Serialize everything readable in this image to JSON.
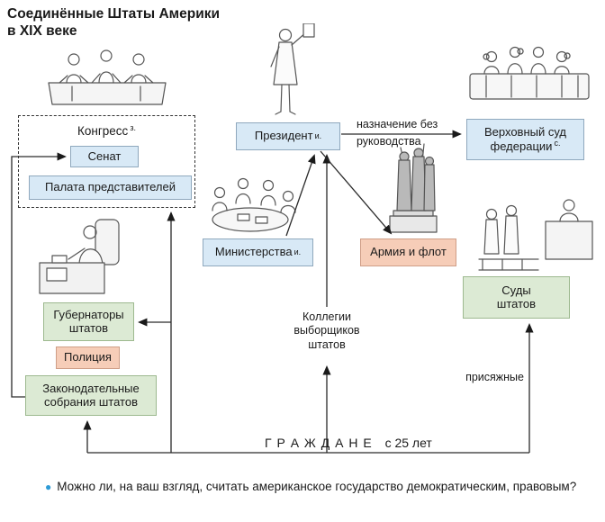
{
  "title": {
    "line1": "Соединённые Штаты Америки",
    "line2": "в XIX веке"
  },
  "diagram": {
    "congress": {
      "label": "Конгресс",
      "sup": "з."
    },
    "senate": {
      "label": "Сенат"
    },
    "house": {
      "label": "Палата представителей"
    },
    "president": {
      "label": "Президент",
      "sup": "и."
    },
    "supreme_court": {
      "label": "Верховный суд федерации",
      "sup": "с."
    },
    "ministries": {
      "label": "Министерства",
      "sup": "и."
    },
    "army": {
      "label": "Армия и флот"
    },
    "governors": {
      "label": "Губернаторы штатов"
    },
    "police": {
      "label": "Полиция"
    },
    "legislatures": {
      "label": "Законодательные собрания штатов"
    },
    "state_courts": {
      "label": "Суды штатов"
    },
    "electors": {
      "line1": "Коллегии",
      "line2": "выборщиков",
      "line3": "штатов"
    },
    "appointment_label": {
      "line1": "назначение без",
      "line2": "руководства"
    },
    "jurors_label": "присяжные",
    "citizens": {
      "label": "Г Р А Ж Д А Н Е",
      "suffix": "с 25 лет"
    }
  },
  "question": {
    "bullet": "●",
    "text": "Можно ли, на ваш взгляд, считать американское государство демократическим, правовым?"
  },
  "colors": {
    "executive_box": "#d8e9f6",
    "state_box": "#dcead4",
    "force_box": "#f6cdb8",
    "bullet_blue": "#2e9bd6"
  }
}
